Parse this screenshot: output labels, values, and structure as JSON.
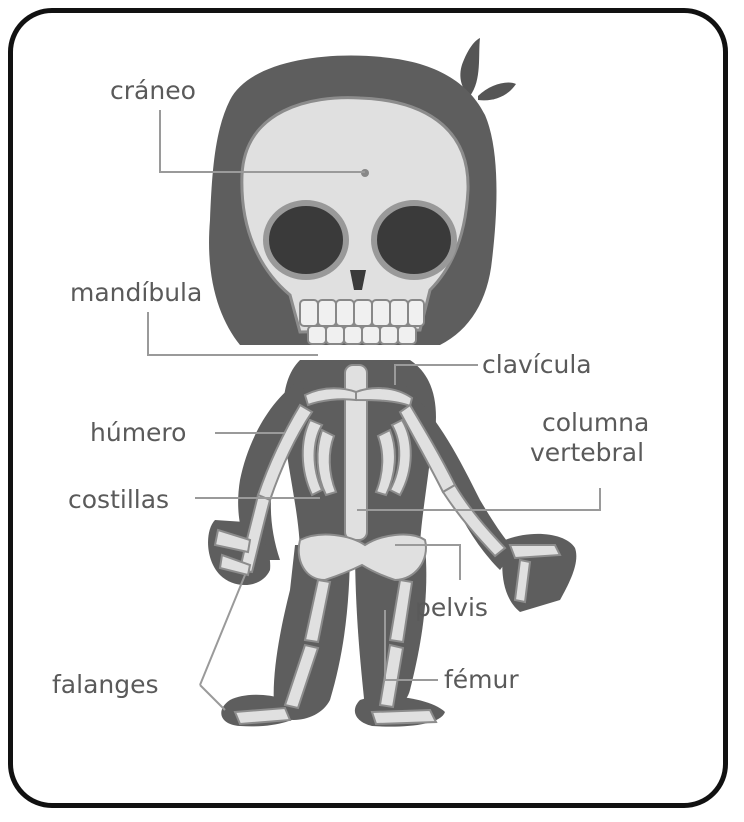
{
  "labels": {
    "craneo": "cráneo",
    "mandibula": "mandíbula",
    "clavicula": "clavícula",
    "humero": "húmero",
    "columna_line1": "columna",
    "columna_line2": "vertebral",
    "costillas": "costillas",
    "pelvis": "pelvis",
    "falanges": "falanges",
    "femur": "fémur"
  },
  "colors": {
    "silhouette": "#5e5e5e",
    "bone": "#e0e0e0",
    "bone_outline": "#8c8c8c",
    "eye": "#3a3a3a",
    "leader_line": "#9a9a9a",
    "label_text": "#5a5a5a",
    "frame_border": "#111111"
  }
}
